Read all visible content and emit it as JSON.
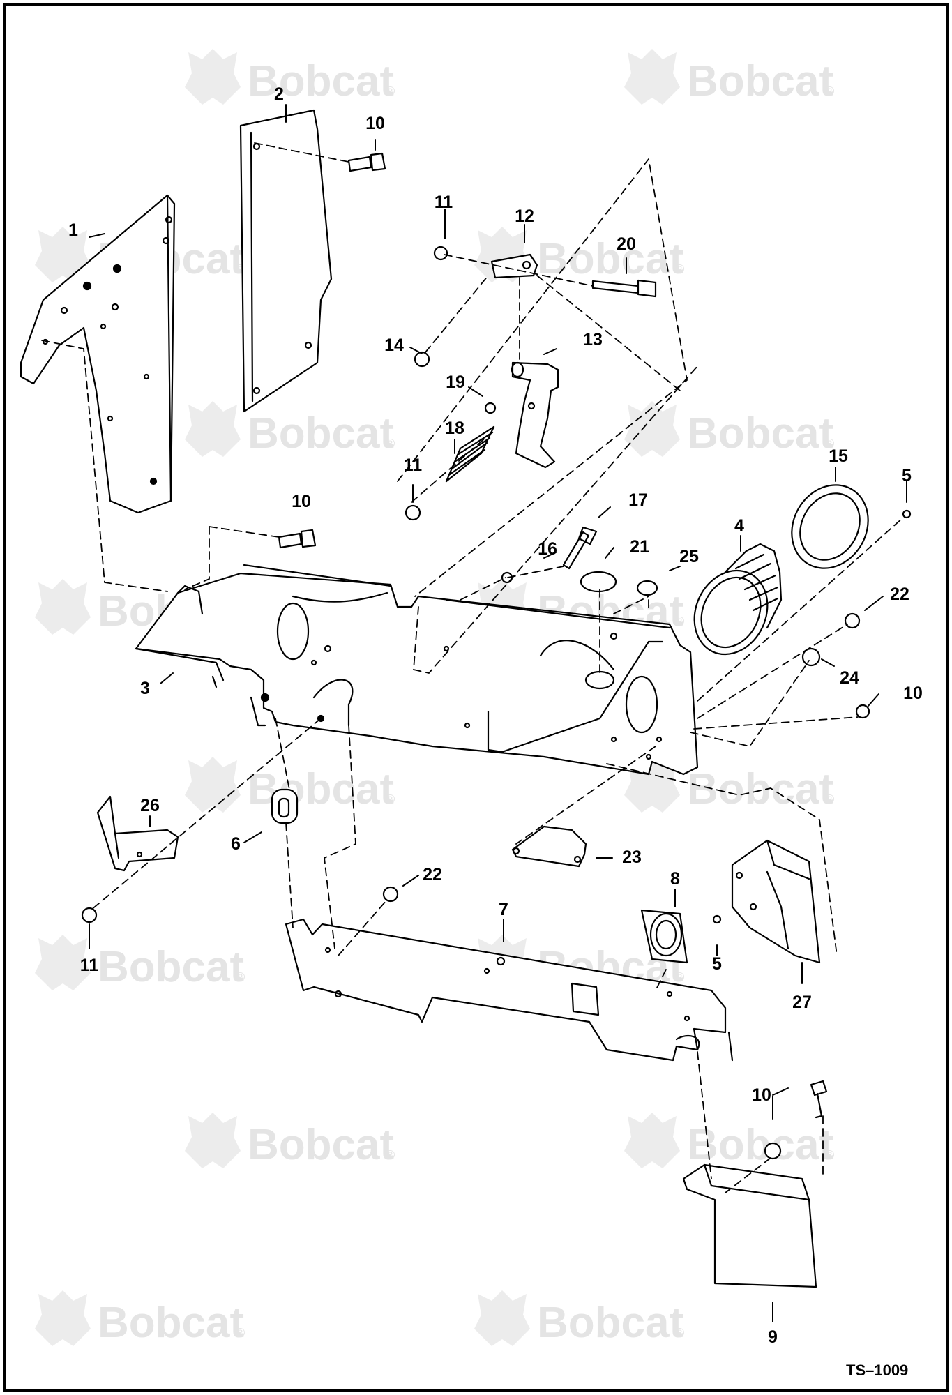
{
  "watermark": {
    "brand": "Bobcat",
    "mark": "®"
  },
  "reference": "TS–1009",
  "callouts": [
    "1",
    "2",
    "3",
    "4",
    "5",
    "6",
    "7",
    "8",
    "9",
    "10",
    "11",
    "12",
    "13",
    "14",
    "15",
    "16",
    "17",
    "18",
    "19",
    "20",
    "21",
    "22",
    "23",
    "24",
    "25",
    "26",
    "27"
  ],
  "colors": {
    "ink": "#000000",
    "watermark": "#e4e4e4",
    "background": "#ffffff"
  }
}
